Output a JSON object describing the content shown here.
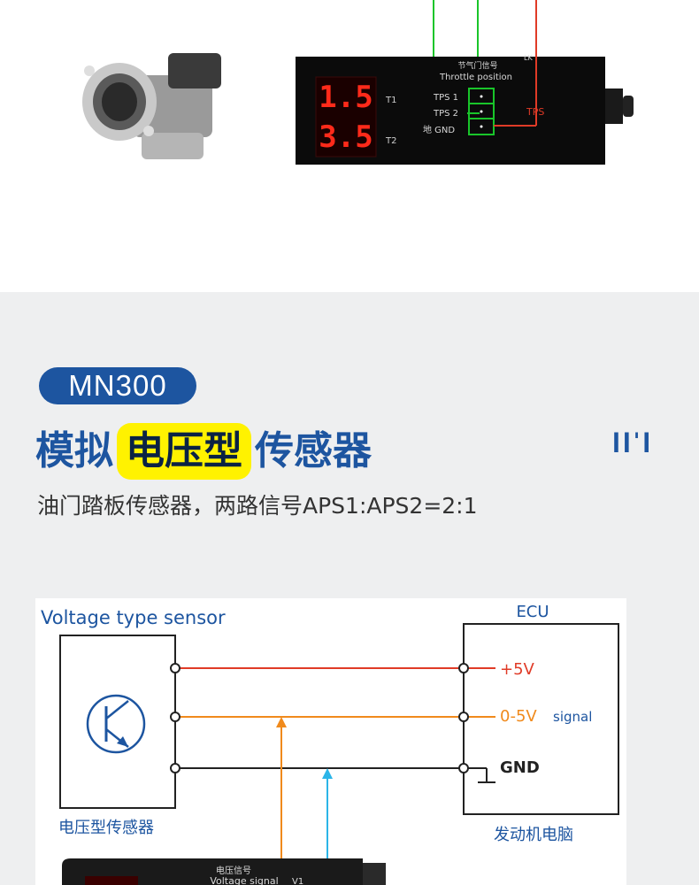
{
  "top_panel": {
    "display_values": [
      "1.5",
      "3.5"
    ],
    "display_labels": [
      "T1",
      "T2"
    ],
    "throttle_label_cn": "节气门信号",
    "throttle_label_en": "Throttle position",
    "pins": [
      "TPS 1",
      "TPS 2",
      "地 GND"
    ],
    "right_label": "TPS",
    "edge_label": "LK"
  },
  "product": {
    "badge": "MN300"
  },
  "headline": {
    "pre": "模拟",
    "highlight": "电压型",
    "post": "传感器"
  },
  "subtitle": "油门踏板传感器，两路信号APS1:APS2=2:1",
  "mark": "ǀǀ'ǀ",
  "diagram": {
    "title": "Voltage type sensor",
    "ecu_label": "ECU",
    "sensor_label": "电压型传感器",
    "ecu_caption": "发动机电脑",
    "lines": [
      {
        "label": "+5V",
        "color": "#e03b27"
      },
      {
        "label": "0-5V",
        "sublabel": "signal",
        "color": "#f08a1c"
      },
      {
        "label": "GND",
        "color": "#222222"
      }
    ],
    "colors": {
      "cyan": "#2bb5e8",
      "title": "#1d55a0"
    }
  },
  "bottom_device": {
    "label_cn": "电压信号",
    "label_en": "Voltage signal",
    "channel": "V1"
  }
}
